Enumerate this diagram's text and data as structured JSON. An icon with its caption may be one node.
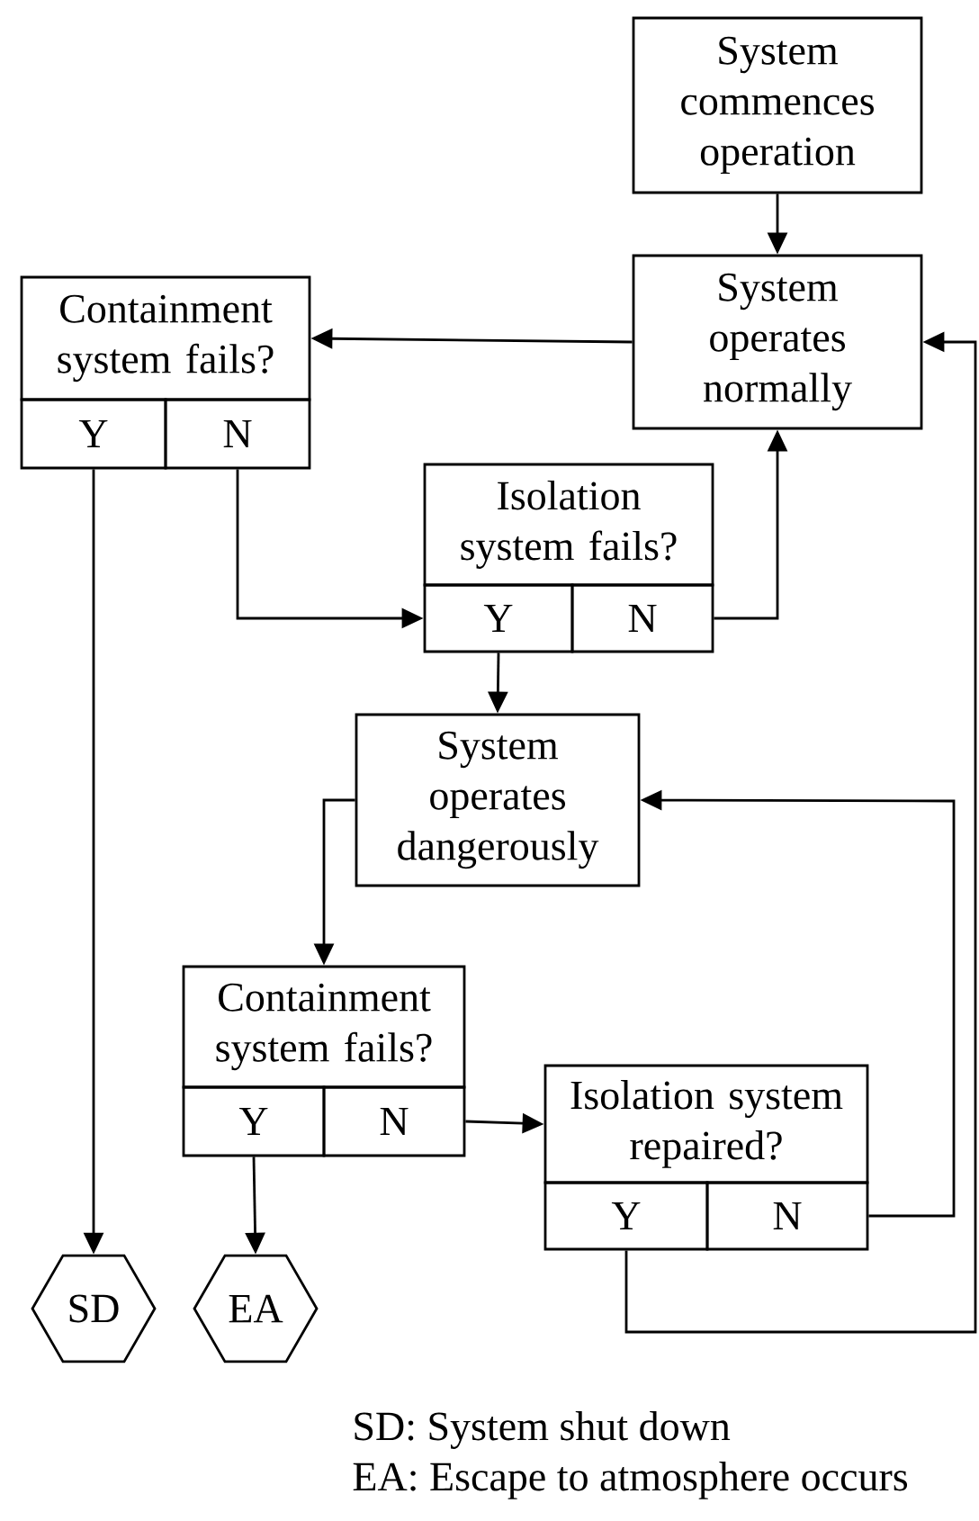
{
  "diagram": {
    "nodes": [
      {
        "text": [
          "System commences operation"
        ]
      },
      {
        "text": [
          "System operates normally"
        ]
      },
      {
        "text": [
          "Containment system fails?"
        ]
      },
      {
        "text": [
          "Y"
        ]
      },
      {
        "text": [
          "N"
        ]
      },
      {
        "text": [
          "Isolation system fails?"
        ]
      },
      {
        "text": [
          "Y"
        ]
      },
      {
        "text": [
          "N"
        ]
      },
      {
        "text": [
          "System operates dangerously"
        ]
      },
      {
        "text": [
          "Containment system fails?"
        ]
      },
      {
        "text": [
          "Y"
        ]
      },
      {
        "text": [
          "N"
        ]
      },
      {
        "text": [
          "Isolation system repaired?"
        ]
      },
      {
        "text": [
          "Y"
        ]
      },
      {
        "text": [
          "N"
        ]
      },
      {
        "text": [
          "SD"
        ]
      },
      {
        "text": [
          "EA"
        ]
      }
    ],
    "edges": [
      {
        "from": 0,
        "to": 1,
        "arrow": "to"
      },
      {
        "from": 1,
        "to": 2,
        "arrow": "to"
      },
      {
        "from": 3,
        "to": 15,
        "arrow": "to"
      },
      {
        "from": 4,
        "to": 6,
        "arrow": "to"
      },
      {
        "from": 7,
        "to": 1,
        "arrow": "to"
      },
      {
        "from": 6,
        "to": 8,
        "arrow": "to"
      },
      {
        "from": 8,
        "to": 9,
        "arrow": "to"
      },
      {
        "from": 10,
        "to": 16,
        "arrow": "to"
      },
      {
        "from": 11,
        "to": 12,
        "arrow": "to"
      },
      {
        "from": 14,
        "to": 8,
        "arrow": "to"
      },
      {
        "from": 13,
        "to": 1,
        "arrow": "to"
      }
    ],
    "labels": [
      "SD: System shut down",
      "EA: Escape to atmosphere occurs"
    ]
  }
}
